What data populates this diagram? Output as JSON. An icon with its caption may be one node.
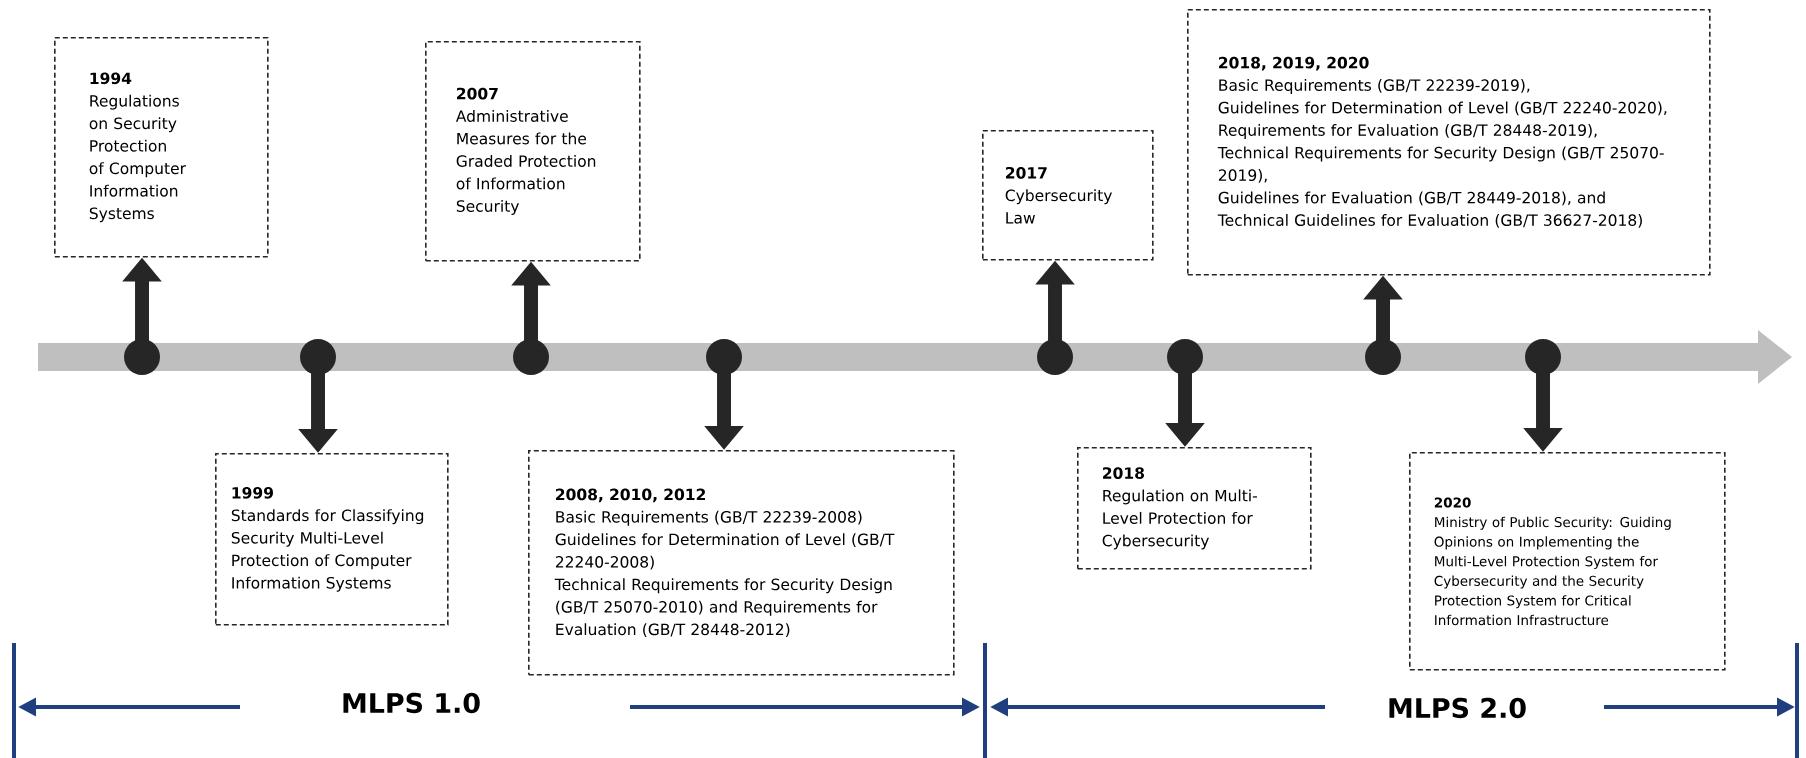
{
  "diagram": {
    "nodes": [
      {
        "text": [
          "1994",
          "Regulations on Security Protection of Computer Information Systems"
        ]
      },
      {
        "text": [
          "1999",
          "Standards for Classifying Security Multi-Level Protection of Computer Information Systems"
        ]
      },
      {
        "text": [
          "2007",
          "Administrative Measures for the Graded Protection of Information Security"
        ]
      },
      {
        "text": [
          "2008, 2010, 2012",
          "Basic Requirements (GB/T 22239-2008)",
          "Guidelines for Determination of Level (GB/T 22240-2008)",
          "Technical Requirements for Security Design (GB/T 25070-2010) and Requirements for Evaluation (GB/T 28448-2012)"
        ]
      },
      {
        "text": [
          "2017",
          "Cybersecurity Law"
        ]
      },
      {
        "text": [
          "2018",
          "Regulation on Multi-Level Protection for Cybersecurity"
        ]
      },
      {
        "text": [
          "2018, 2019, 2020",
          "Basic Requirements (GB/T 22239-2019),",
          "Guidelines for Determination of Level (GB/T 22240-2020),",
          "Requirements for Evaluation (GB/T 28448-2019),",
          "Technical Requirements for Security Design (GB/T 25070-2019),",
          "Guidelines for Evaluation (GB/T 28449-2018), and",
          "Technical Guidelines for Evaluation (GB/T 36627-2018)"
        ]
      },
      {
        "text": [
          "2020",
          "Ministry of Public Security: Guiding Opinions on Implementing the Multi-Level Protection System for Cybersecurity and the Security Protection System for Critical Information Infrastructure"
        ]
      },
      {
        "text": [],
        "shape": "circle"
      },
      {
        "text": [],
        "shape": "circle"
      },
      {
        "text": [],
        "shape": "circle"
      },
      {
        "text": [],
        "shape": "circle"
      },
      {
        "text": [],
        "shape": "circle"
      },
      {
        "text": [],
        "shape": "circle"
      },
      {
        "text": [],
        "shape": "circle"
      },
      {
        "text": [],
        "shape": "circle"
      }
    ],
    "edges": [
      {
        "from": 8,
        "to": 0,
        "arrow": "to"
      },
      {
        "from": 9,
        "to": 1,
        "arrow": "to"
      },
      {
        "from": 10,
        "to": 2,
        "arrow": "to"
      },
      {
        "from": 11,
        "to": 3,
        "arrow": "to"
      },
      {
        "from": 12,
        "to": 4,
        "arrow": "to"
      },
      {
        "from": 13,
        "to": 5,
        "arrow": "to"
      },
      {
        "from": 14,
        "to": 6,
        "arrow": "to"
      },
      {
        "from": 15,
        "to": 7,
        "arrow": "to"
      }
    ],
    "labels": [
      "MLPS 1.0",
      "MLPS 2.0"
    ]
  }
}
